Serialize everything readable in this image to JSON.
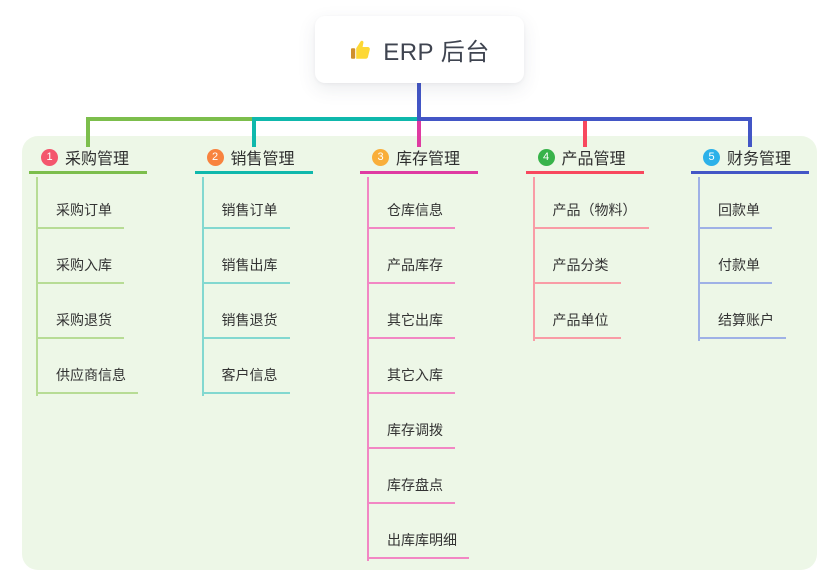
{
  "root": {
    "title": "ERP 后台",
    "icon": "thumbs-up-icon",
    "connector_color": "#4356c6"
  },
  "branches": [
    {
      "number": "1",
      "label": "采购管理",
      "badge_color": "#f4566d",
      "line_color": "#7cbe4c",
      "tint_color": "#b7dc95",
      "children": [
        "采购订单",
        "采购入库",
        "采购退货",
        "供应商信息"
      ]
    },
    {
      "number": "2",
      "label": "销售管理",
      "badge_color": "#f8833f",
      "line_color": "#0fb8ac",
      "tint_color": "#82d8d0",
      "children": [
        "销售订单",
        "销售出库",
        "销售退货",
        "客户信息"
      ]
    },
    {
      "number": "3",
      "label": "库存管理",
      "badge_color": "#f9ae3a",
      "line_color": "#df3ba2",
      "tint_color": "#f287c4",
      "children": [
        "仓库信息",
        "产品库存",
        "其它出库",
        "其它入库",
        "库存调拨",
        "库存盘点",
        "出库库明细"
      ]
    },
    {
      "number": "4",
      "label": "产品管理",
      "badge_color": "#38b34a",
      "line_color": "#f8485e",
      "tint_color": "#f99ca6",
      "children": [
        "产品（物料）",
        "产品分类",
        "产品单位"
      ]
    },
    {
      "number": "5",
      "label": "财务管理",
      "badge_color": "#2cb1e9",
      "line_color": "#4356c6",
      "tint_color": "#9fb1e6",
      "children": [
        "回款单",
        "付款单",
        "结算账户"
      ]
    }
  ],
  "panel_color": "#edf7e7"
}
